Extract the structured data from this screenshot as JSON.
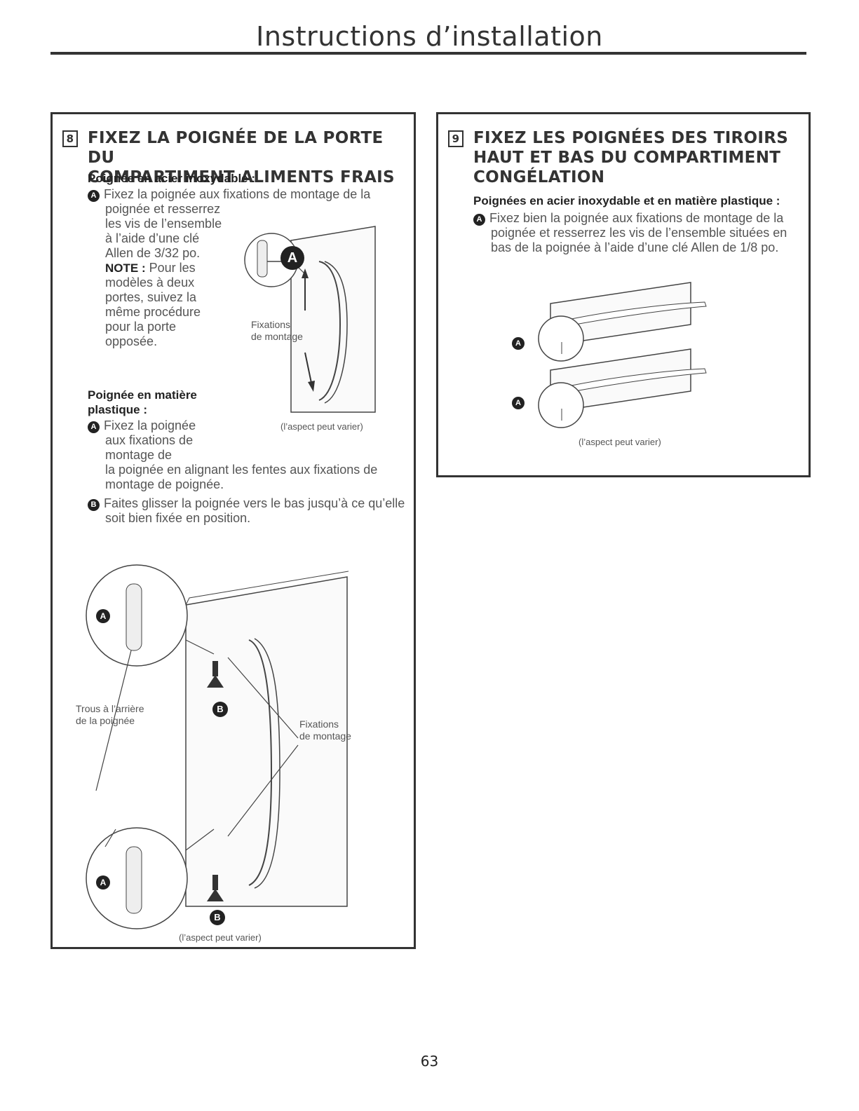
{
  "page": {
    "title": "Instructions d’installation",
    "page_number": "63"
  },
  "step8": {
    "number": "8",
    "title_line1": "FIXEZ LA POIGNÉE DE LA PORTE DU",
    "title_line2": "COMPARTIMENT ALIMENTS FRAIS",
    "steel_heading": "Poignée en acier inoxydable :",
    "steel_lines": [
      "Fixez la poignée aux fixations de montage de la",
      "poignée et resserrez",
      "les vis de l’ensemble",
      "à l’aide d’une clé",
      "Allen de 3/32 po."
    ],
    "note_label": "NOTE :",
    "note_lines": [
      "Pour les",
      "modèles à deux",
      "portes, suivez la",
      "même procédure",
      "pour la porte",
      "opposée."
    ],
    "fixations_label": [
      "Fixations",
      "de montage"
    ],
    "plastic_heading": [
      "Poignée en matière",
      "plastique :"
    ],
    "plastic_lines_a": [
      "Fixez la poignée",
      "aux fixations de",
      "montage de",
      "la poignée en alignant les fentes aux fixations de",
      "montage de poignée."
    ],
    "plastic_lines_b": [
      "Faites glisser la poignée vers le bas jusqu’à ce qu’elle",
      "soit bien fixée en position."
    ],
    "appearance_note": "(l’aspect peut varier)",
    "holes_label": [
      "Trous à l’arrière",
      "de la poignée"
    ],
    "fixations_label_2": [
      "Fixations",
      "de montage"
    ],
    "appearance_note_2": "(l’aspect peut varier)"
  },
  "step9": {
    "number": "9",
    "title_line1": "FIXEZ LES POIGNÉES DES TIROIRS",
    "title_line2": "HAUT ET BAS DU COMPARTIMENT",
    "title_line3": "CONGÉLATION",
    "heading": "Poignées en acier inoxydable et en matière plastique :",
    "lines": [
      "Fixez bien la poignée aux fixations de montage de la",
      "poignée et resserrez les vis de l’ensemble situées en",
      "bas de la poignée à l’aide d’une clé Allen de 1/8 po."
    ],
    "appearance_note": "(l’aspect peut varier)"
  },
  "badges": {
    "a": "A",
    "b": "B"
  }
}
